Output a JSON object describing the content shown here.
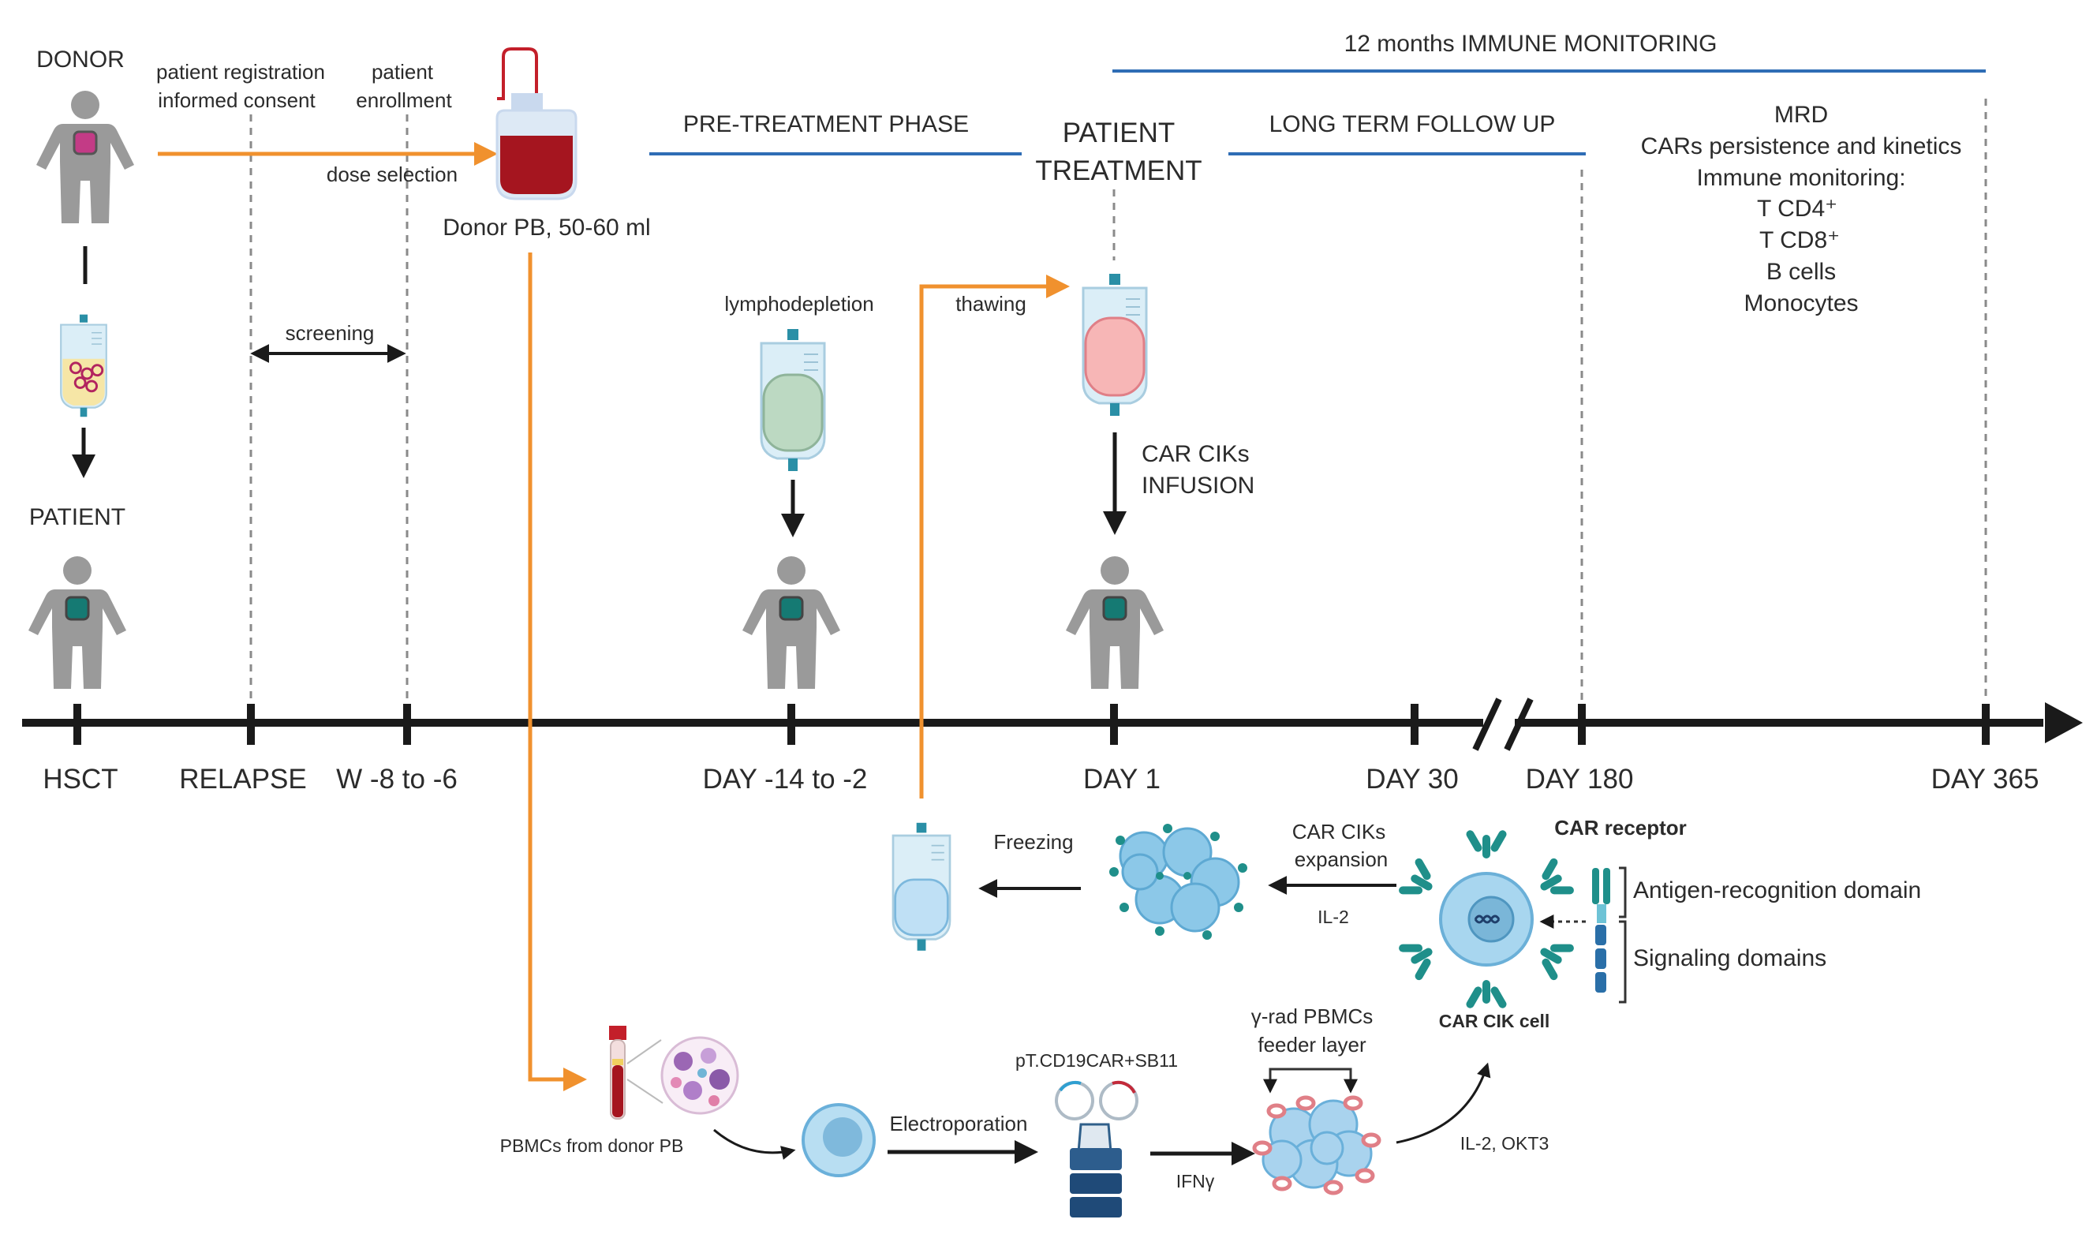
{
  "colors": {
    "axis": "#1a1a1a",
    "phase_line": "#2f6db5",
    "flow_arrow": "#f0912e",
    "figure": "#9a9a9a",
    "donor_heart": "#c33b86",
    "patient_heart": "#157a73",
    "cell": "#8cc8e8",
    "car": "#1f8f8a"
  },
  "people": {
    "donor": "DONOR",
    "patient": "PATIENT"
  },
  "steps": {
    "registration": [
      "patient registration",
      "informed consent"
    ],
    "enrollment": [
      "patient",
      "enrollment"
    ],
    "dose_selection": "dose selection",
    "donor_pb": "Donor PB, 50-60 ml",
    "screening": "screening",
    "lymphodepletion": "lymphodepletion",
    "thawing": "thawing",
    "infusion": [
      "CAR CIKs",
      "INFUSION"
    ]
  },
  "phases": {
    "monitoring": "12 months IMMUNE MONITORING",
    "pretreatment": "PRE-TREATMENT PHASE",
    "treatment": [
      "PATIENT",
      "TREATMENT"
    ],
    "followup": "LONG TERM FOLLOW UP"
  },
  "monitoring_list": [
    "MRD",
    "CARs persistence and kinetics",
    "Immune monitoring:",
    "T CD4⁺",
    "T CD8⁺",
    "B cells",
    "Monocytes"
  ],
  "timeline": [
    "HSCT",
    "RELAPSE",
    "W -8 to -6",
    "DAY -14 to -2",
    "DAY 1",
    "DAY 30",
    "DAY 180",
    "DAY 365"
  ],
  "manufacturing": {
    "freezing": "Freezing",
    "expansion": [
      "CAR CIKs",
      "expansion"
    ],
    "il2": "IL-2",
    "car_receptor": "CAR receptor",
    "antigen_domain": "Antigen-recognition domain",
    "signaling_domain": "Signaling  domains",
    "car_cik_cell": "CAR CIK  cell",
    "feeder": [
      "γ-rad PBMCs",
      "feeder layer"
    ],
    "plasmid": "pT.CD19CAR+SB11",
    "electroporation": "Electroporation",
    "pbmcs": "PBMCs from donor PB",
    "ifng": "IFNγ",
    "il2_okt3": "IL-2, OKT3"
  }
}
